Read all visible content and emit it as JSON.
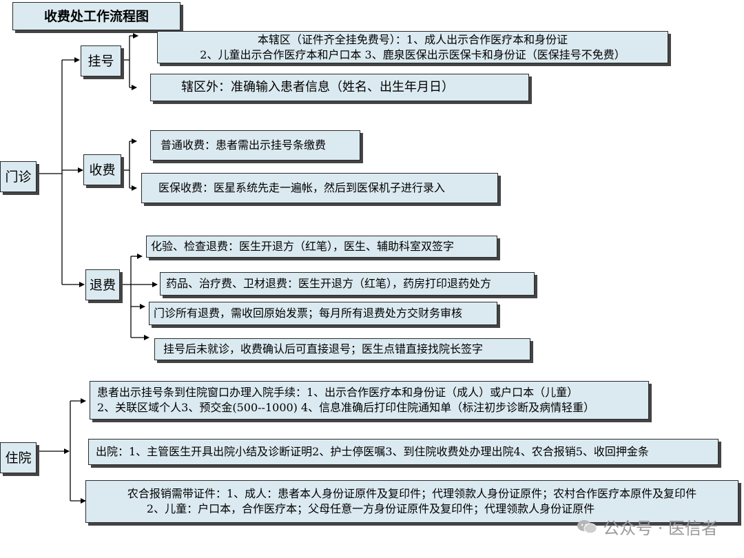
{
  "title": "收费处工作流程图",
  "nodes": {
    "outpatient": "门诊",
    "registration": "挂号",
    "charging": "收费",
    "refund": "退费",
    "inpatient": "住院"
  },
  "registration": {
    "in_district_line1": "本辖区（证件齐全挂免费号）：1、成人出示合作医疗本和身份证",
    "in_district_line2": "2、儿童出示合作医疗本和户口本 3、鹿泉医保出示医保卡和身份证（医保挂号不免费）",
    "out_district": "辖区外：准确输入患者信息（姓名、出生年月日）"
  },
  "charging": {
    "normal": "普通收费：患者需出示挂号条缴费",
    "insurance": "医保收费：医星系统先走一遍帐，然后到医保机子进行录入"
  },
  "refund": {
    "lab": "化验、检查退费：医生开退方（红笔），医生、辅助科室双签字",
    "drug": "药品、治疗费、卫材退费：医生开退方（红笔），药房打印退药处方",
    "all": "门诊所有退费，需收回原始发票；每月所有退费处方交财务审核",
    "registration": "挂号后未就诊，收费确认后可直接退号；医生点错直接找院长签字"
  },
  "inpatient": {
    "admission_line1": "患者出示挂号条到住院窗口办理入院手续：1、出示合作医疗本和身份证（成人）或户口本（儿童）",
    "admission_line2": "2、关联区域个人3、预交金(500--1000) 4、信息准确后打印住院通知单（标注初步诊断及病情轻重）",
    "discharge": "出院：1、主管医生开具出院小结及诊断证明2、护士停医嘱3、到住院收费处办理出院4、农合报销5、收回押金条",
    "documents_line1": "农合报销需带证件：1、成人：患者本人身份证原件及复印件；代理领款人身份证原件；农村合作医疗本原件及复印件",
    "documents_line2": "2、儿童：户口本，合作医疗本；父母任意一方身份证原件及复印件；代理领款人身份证原件"
  },
  "watermark": "公众号 · 医信者",
  "colors": {
    "box_fill": "#dbeaf1",
    "border": "#2a2a2a",
    "shadow": "#444444"
  }
}
